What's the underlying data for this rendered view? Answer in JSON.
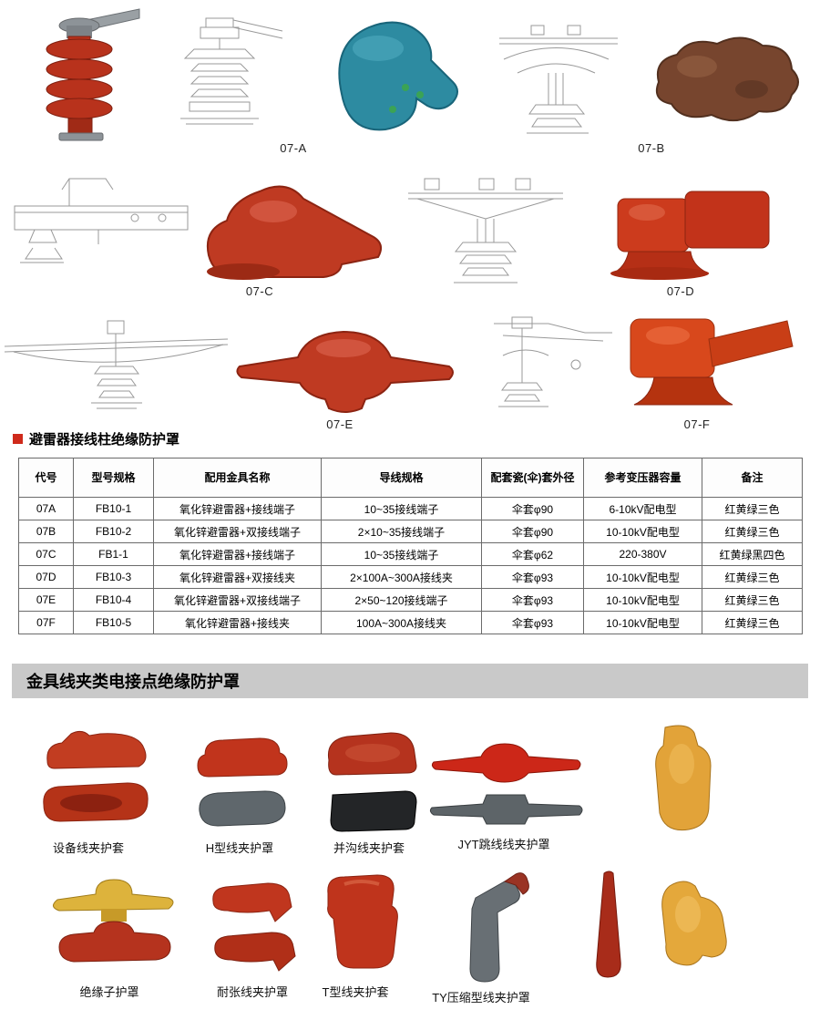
{
  "colors": {
    "accent_red": "#cf2a1b",
    "section_bar_gray": "#c9c9c9",
    "cover_red": "#bf3a22",
    "cover_teal": "#2d8ba1",
    "cover_brown": "#77452e",
    "cover_orange": "#d8481c",
    "cover_yellow": "#e2a339",
    "cover_gray": "#5d6468",
    "cover_black": "#232527"
  },
  "sections": {
    "arrester_title": "避雷器接线柱绝缘防护罩",
    "clamp_title": "金具线夹类电接点绝缘防护罩"
  },
  "gallery": {
    "labels": {
      "a": "07-A",
      "b": "07-B",
      "c": "07-C",
      "d": "07-D",
      "e": "07-E",
      "f": "07-F"
    }
  },
  "table": {
    "headers": [
      "代号",
      "型号规格",
      "配用金具名称",
      "导线规格",
      "配套瓷(伞)套外径",
      "参考变压器容量",
      "备注"
    ],
    "rows": [
      [
        "07A",
        "FB10-1",
        "氧化锌避雷器+接线端子",
        "10~35接线端子",
        "伞套φ90",
        "6-10kV配电型",
        "红黄绿三色"
      ],
      [
        "07B",
        "FB10-2",
        "氧化锌避雷器+双接线端子",
        "2×10~35接线端子",
        "伞套φ90",
        "10-10kV配电型",
        "红黄绿三色"
      ],
      [
        "07C",
        "FB1-1",
        "氧化锌避雷器+接线端子",
        "10~35接线端子",
        "伞套φ62",
        "220-380V",
        "红黄绿黑四色"
      ],
      [
        "07D",
        "FB10-3",
        "氧化锌避雷器+双接线夹",
        "2×100A~300A接线夹",
        "伞套φ93",
        "10-10kV配电型",
        "红黄绿三色"
      ],
      [
        "07E",
        "FB10-4",
        "氧化锌避雷器+双接线端子",
        "2×50~120接线端子",
        "伞套φ93",
        "10-10kV配电型",
        "红黄绿三色"
      ],
      [
        "07F",
        "FB10-5",
        "氧化锌避雷器+接线夹",
        "100A~300A接线夹",
        "伞套φ93",
        "10-10kV配电型",
        "红黄绿三色"
      ]
    ]
  },
  "clamp_products": {
    "device_clamp": "设备线夹护套",
    "h_type": "H型线夹护罩",
    "parallel_groove": "并沟线夹护套",
    "jyt_jumper": "JYT跳线线夹护罩",
    "insulator": "绝缘子护罩",
    "tension": "耐张线夹护罩",
    "t_type": "T型线夹护套",
    "ty_compression": "TY压缩型线夹护罩"
  }
}
